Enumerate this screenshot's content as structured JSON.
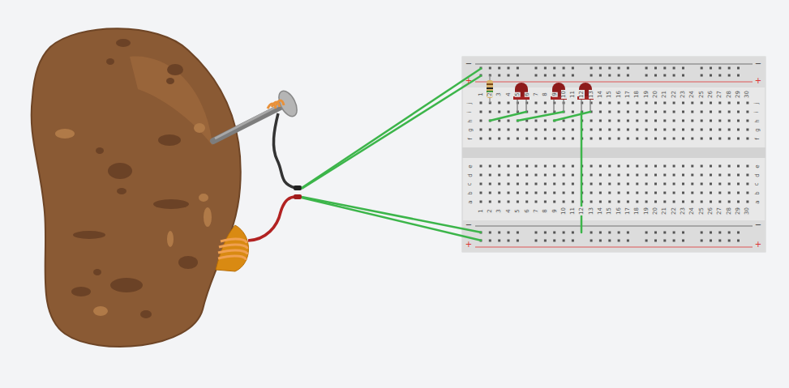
{
  "diagram": {
    "labels": [
      "−",
      "+",
      "−",
      "+",
      "j",
      "i",
      "h",
      "g",
      "f",
      "1",
      "2",
      "3",
      "4",
      "5",
      "6",
      "7",
      "8",
      "9",
      "10",
      "11",
      "12",
      "13",
      "14",
      "15",
      "16",
      "17",
      "18",
      "19",
      "20",
      "21",
      "22",
      "23",
      "24",
      "25",
      "26",
      "27",
      "28",
      "29",
      "30",
      "j",
      "i",
      "h",
      "g",
      "f",
      "e",
      "d",
      "c",
      "b",
      "a",
      "1",
      "2",
      "3",
      "4",
      "5",
      "6",
      "7",
      "8",
      "9",
      "10",
      "11",
      "12",
      "13",
      "14",
      "15",
      "16",
      "17",
      "18",
      "19",
      "20",
      "21",
      "22",
      "23",
      "24",
      "25",
      "26",
      "27",
      "28",
      "29",
      "30",
      "e",
      "d",
      "c",
      "b",
      "a",
      "−",
      "+",
      "−",
      "+"
    ]
  }
}
